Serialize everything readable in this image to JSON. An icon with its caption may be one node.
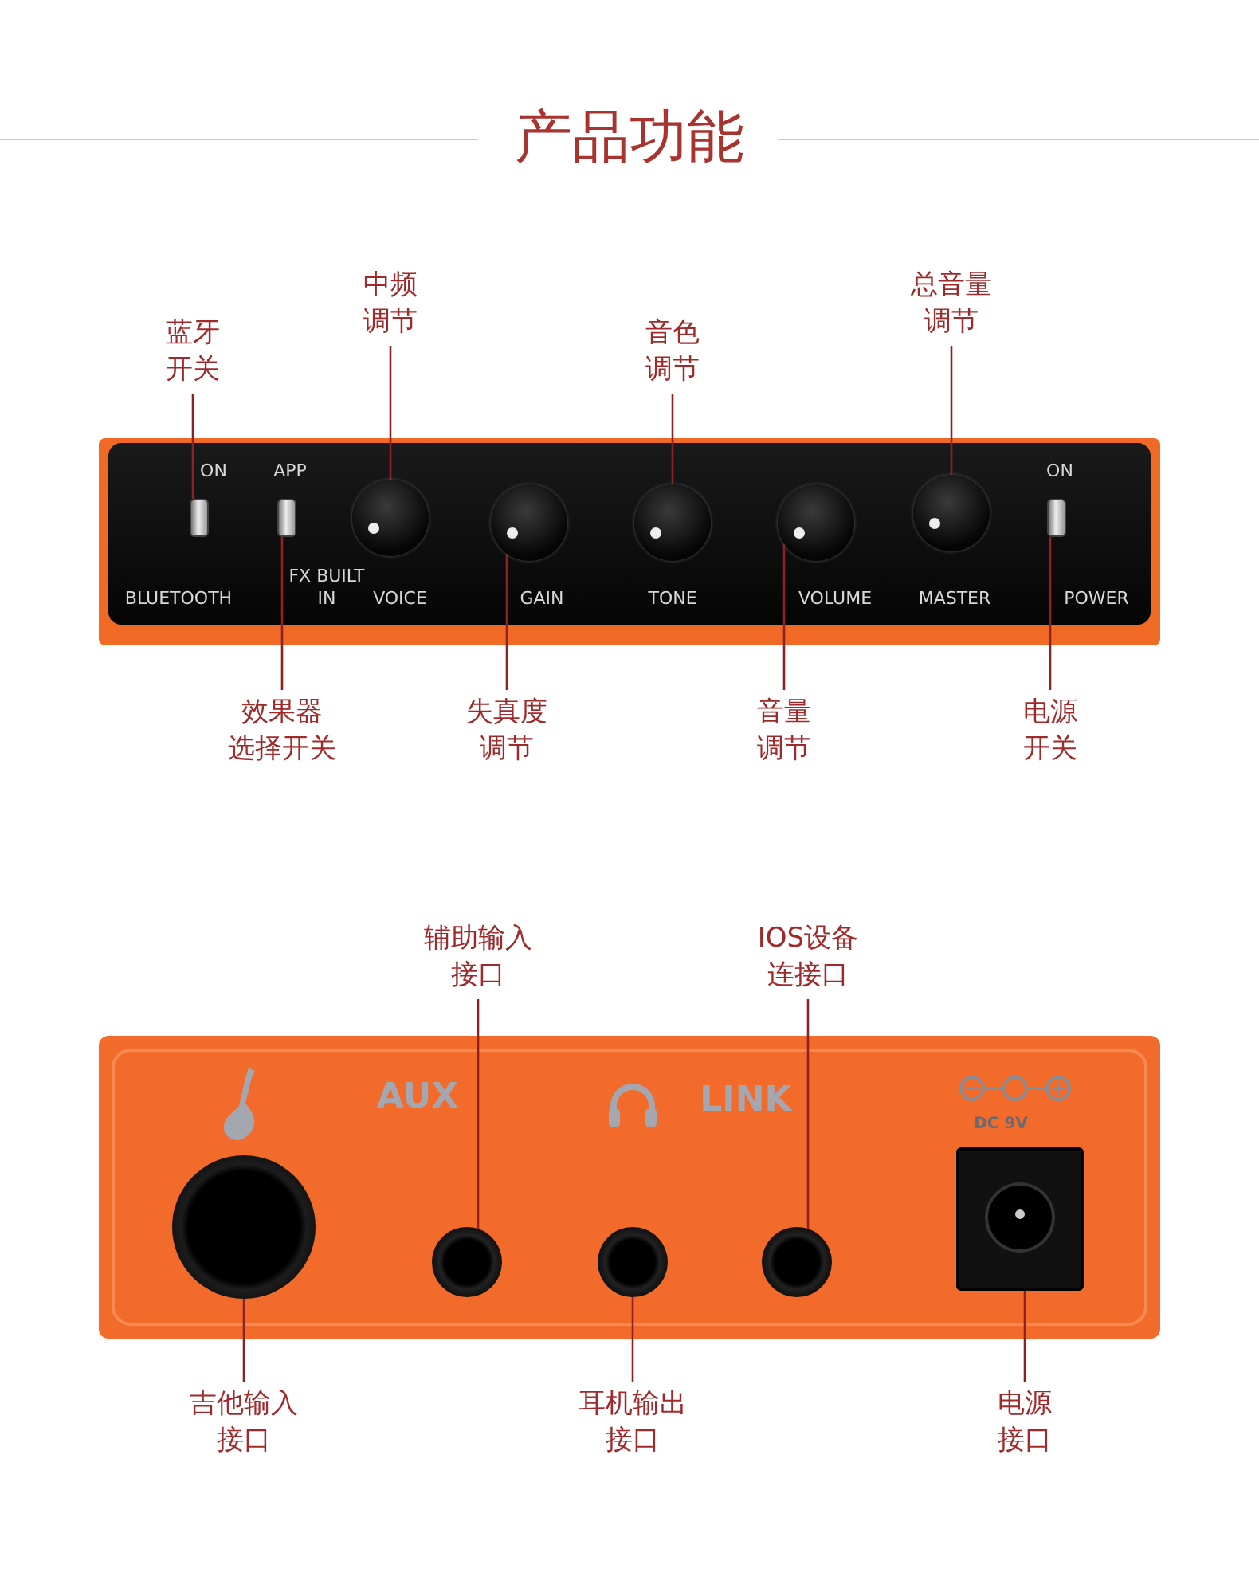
{
  "diagram": {
    "title": "产品功能",
    "nodes": [
      {
        "text": [
          "蓝牙开关"
        ]
      },
      {
        "text": [
          "中频调节"
        ]
      },
      {
        "text": [
          "音色调节"
        ]
      },
      {
        "text": [
          "总音量调节"
        ]
      },
      {
        "text": [],
        "shape": "box"
      },
      {
        "text": [],
        "shape": "box"
      },
      {
        "text": [],
        "shape": "circle"
      },
      {
        "text": [],
        "shape": "circle"
      },
      {
        "text": [],
        "shape": "circle"
      },
      {
        "text": [],
        "shape": "circle"
      },
      {
        "text": [],
        "shape": "circle"
      },
      {
        "text": [],
        "shape": "box"
      },
      {
        "text": [
          "效果器选择开关"
        ]
      },
      {
        "text": [
          "失真度调节"
        ]
      },
      {
        "text": [
          "音量调节"
        ]
      },
      {
        "text": [
          "电源开关"
        ]
      },
      {
        "text": [
          "辅助输入接口"
        ]
      },
      {
        "text": [
          "IOS设备连接口"
        ]
      },
      {
        "text": [],
        "shape": "circle"
      },
      {
        "text": [],
        "shape": "circle"
      },
      {
        "text": [],
        "shape": "circle"
      },
      {
        "text": [],
        "shape": "circle"
      },
      {
        "text": [],
        "shape": "box"
      },
      {
        "text": [
          "吉他输入接口"
        ]
      },
      {
        "text": [
          "耳机输出接口"
        ]
      },
      {
        "text": [
          "电源接口"
        ]
      }
    ],
    "edges": [
      {
        "from": 0,
        "to": 4,
        "arrow": "none"
      },
      {
        "from": 1,
        "to": 6,
        "arrow": "none"
      },
      {
        "from": 2,
        "to": 8,
        "arrow": "none"
      },
      {
        "from": 3,
        "to": 10,
        "arrow": "none"
      },
      {
        "from": 12,
        "to": 5,
        "arrow": "none"
      },
      {
        "from": 13,
        "to": 7,
        "arrow": "none"
      },
      {
        "from": 14,
        "to": 9,
        "arrow": "none"
      },
      {
        "from": 15,
        "to": 11,
        "arrow": "none"
      },
      {
        "from": 16,
        "to": 19,
        "arrow": "none"
      },
      {
        "from": 17,
        "to": 21,
        "arrow": "none"
      },
      {
        "from": 23,
        "to": 18,
        "arrow": "none"
      },
      {
        "from": 24,
        "to": 20,
        "arrow": "none"
      },
      {
        "from": 25,
        "to": 22,
        "arrow": "none"
      }
    ],
    "labels": [
      "ON",
      "APP",
      "ON",
      "BLUETOOTH",
      "FX BUILT IN",
      "VOICE",
      "GAIN",
      "TONE",
      "VOLUME",
      "MASTER",
      "POWER",
      "AUX",
      "LINK",
      "DC 9V"
    ]
  }
}
